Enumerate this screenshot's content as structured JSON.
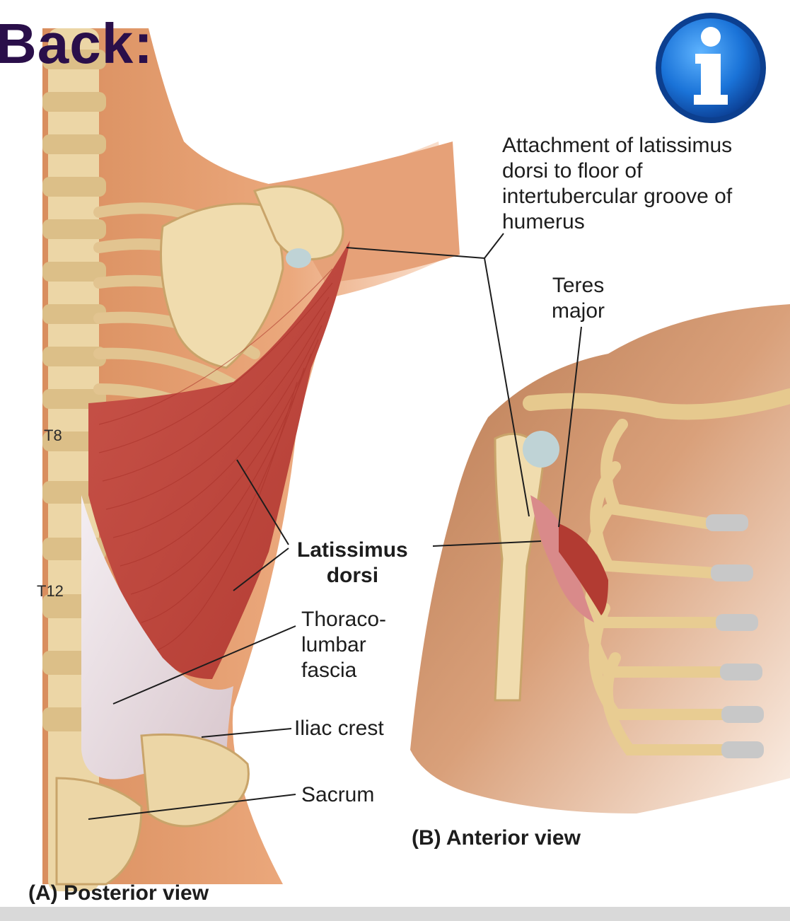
{
  "slide": {
    "title": "Back:",
    "icons": {
      "info": "info-icon"
    }
  },
  "labels": {
    "attachment": "Attachment of latissimus\ndorsi to floor of\nintertubercular groove of\nhumerus",
    "teres_major": "Teres\nmajor",
    "latissimus": "Latissimus\ndorsi",
    "thoracolumbar": "Thoraco-\nlumbar\nfascia",
    "iliac_crest": "Iliac crest",
    "sacrum": "Sacrum",
    "t8": "T8",
    "t12": "T12"
  },
  "captions": {
    "posterior": "(A) Posterior view",
    "anterior": "(B) Anterior view"
  },
  "colors": {
    "title": "#2a0f4a",
    "bone": "#ecd6a6",
    "muscle": "#c5483c",
    "fascia": "#efe6ea",
    "skin": "#e8a578",
    "info_blue": "#1a73d8"
  }
}
